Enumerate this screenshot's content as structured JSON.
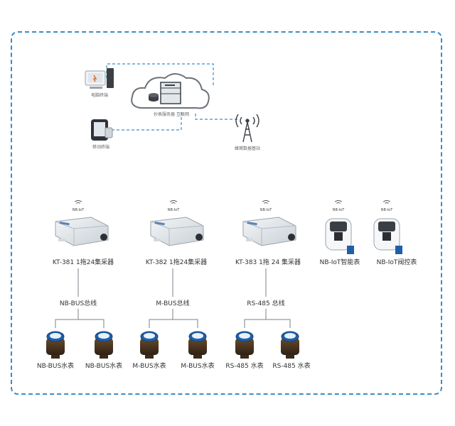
{
  "top": {
    "pc_label": "电脑终端",
    "mobile_label": "移动终端",
    "server_label": "抄表服务器 互联网",
    "tower_label": "蜂窝数据基站"
  },
  "collectors": [
    {
      "badge": "NB-IoT",
      "label": "KT-381 1拖24集采器",
      "bus": "NB-BUS总线",
      "meters": [
        "NB-BUS水表",
        "NB-BUS水表"
      ]
    },
    {
      "badge": "NB-IoT",
      "label": "KT-382 1拖24集采器",
      "bus": "M-BUS总线",
      "meters": [
        "M-BUS水表",
        "M-BUS水表"
      ]
    },
    {
      "badge": "NB-IoT",
      "label": "KT-383 1拖 24 集采器",
      "bus": "RS-485 总线",
      "meters": [
        "RS-485 水表",
        "RS-485 水表"
      ]
    }
  ],
  "smart_meters": [
    {
      "badge": "NB-IoT",
      "label": "NB-IoT智能表"
    },
    {
      "badge": "NB-IoT",
      "label": "NB-IoT阀控表"
    }
  ],
  "colors": {
    "frame": "#3a8cc9",
    "wire": "#3a8cc9",
    "meter_dial": "#1f5fa8"
  },
  "icons": [
    "desktop-computer-icon",
    "mobile-phone-icon",
    "cloud-icon",
    "server-icon",
    "cell-tower-icon",
    "collector-device-icon",
    "water-meter-icon",
    "smart-meter-icon",
    "wireless-signal-icon"
  ]
}
